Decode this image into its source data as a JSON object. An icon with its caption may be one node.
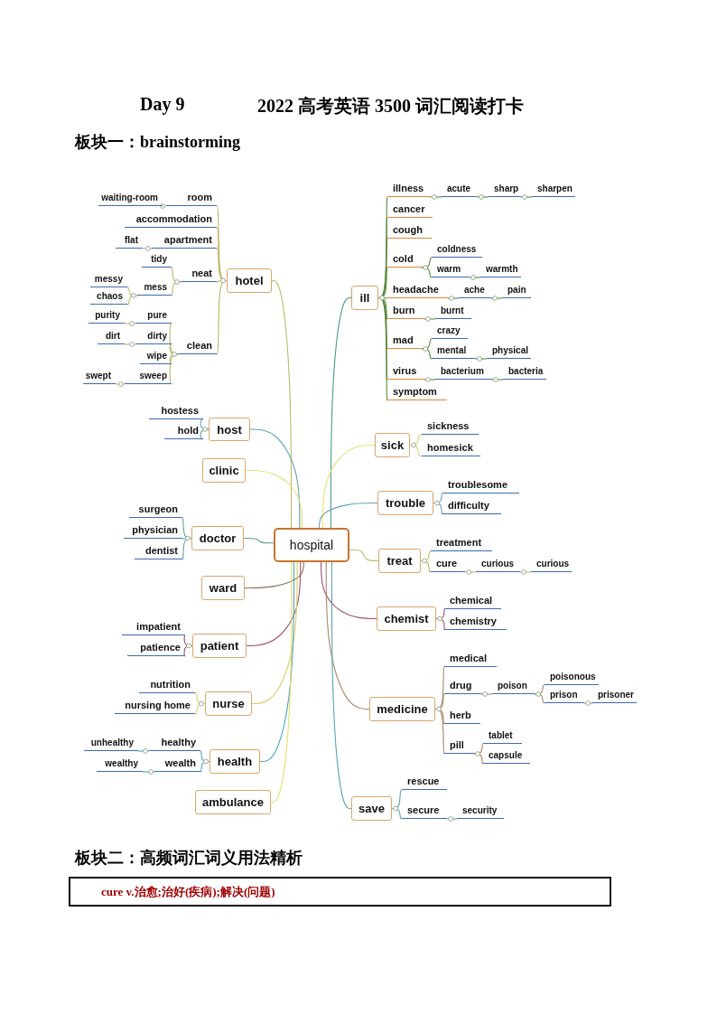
{
  "diagram": {
    "title": "2022 高考英语 3500 词汇阅读打卡",
    "nodes": [
      {
        "text": [
          "hospital"
        ]
      },
      {
        "text": [
          "hotel"
        ]
      },
      {
        "text": [
          "room"
        ]
      },
      {
        "text": [
          "waiting-room"
        ]
      },
      {
        "text": [
          "accommodation"
        ]
      },
      {
        "text": [
          "apartment"
        ]
      },
      {
        "text": [
          "flat"
        ]
      },
      {
        "text": [
          "neat"
        ]
      },
      {
        "text": [
          "tidy"
        ]
      },
      {
        "text": [
          "mess"
        ]
      },
      {
        "text": [
          "messy"
        ]
      },
      {
        "text": [
          "chaos"
        ]
      },
      {
        "text": [
          "clean"
        ]
      },
      {
        "text": [
          "pure"
        ]
      },
      {
        "text": [
          "purity"
        ]
      },
      {
        "text": [
          "dirty"
        ]
      },
      {
        "text": [
          "dirt"
        ]
      },
      {
        "text": [
          "wipe"
        ]
      },
      {
        "text": [
          "sweep"
        ]
      },
      {
        "text": [
          "swept"
        ]
      },
      {
        "text": [
          "host"
        ]
      },
      {
        "text": [
          "hostess"
        ]
      },
      {
        "text": [
          "hold"
        ]
      },
      {
        "text": [
          "clinic"
        ]
      },
      {
        "text": [
          "doctor"
        ]
      },
      {
        "text": [
          "surgeon"
        ]
      },
      {
        "text": [
          "physician"
        ]
      },
      {
        "text": [
          "dentist"
        ]
      },
      {
        "text": [
          "ward"
        ]
      },
      {
        "text": [
          "patient"
        ]
      },
      {
        "text": [
          "impatient"
        ]
      },
      {
        "text": [
          "patience"
        ]
      },
      {
        "text": [
          "nurse"
        ]
      },
      {
        "text": [
          "nutrition"
        ]
      },
      {
        "text": [
          "nursing home"
        ]
      },
      {
        "text": [
          "health"
        ]
      },
      {
        "text": [
          "healthy"
        ]
      },
      {
        "text": [
          "unhealthy"
        ]
      },
      {
        "text": [
          "wealth"
        ]
      },
      {
        "text": [
          "wealthy"
        ]
      },
      {
        "text": [
          "ambulance"
        ]
      },
      {
        "text": [
          "ill"
        ]
      },
      {
        "text": [
          "illness"
        ]
      },
      {
        "text": [
          "acute"
        ]
      },
      {
        "text": [
          "sharp"
        ]
      },
      {
        "text": [
          "sharpen"
        ]
      },
      {
        "text": [
          "cancer"
        ]
      },
      {
        "text": [
          "cough"
        ]
      },
      {
        "text": [
          "cold"
        ]
      },
      {
        "text": [
          "coldness"
        ]
      },
      {
        "text": [
          "warm"
        ]
      },
      {
        "text": [
          "warmth"
        ]
      },
      {
        "text": [
          "headache"
        ]
      },
      {
        "text": [
          "ache"
        ]
      },
      {
        "text": [
          "pain"
        ]
      },
      {
        "text": [
          "burn"
        ]
      },
      {
        "text": [
          "burnt"
        ]
      },
      {
        "text": [
          "mad"
        ]
      },
      {
        "text": [
          "crazy"
        ]
      },
      {
        "text": [
          "mental"
        ]
      },
      {
        "text": [
          "physical"
        ]
      },
      {
        "text": [
          "virus"
        ]
      },
      {
        "text": [
          "bacterium"
        ]
      },
      {
        "text": [
          "bacteria"
        ]
      },
      {
        "text": [
          "symptom"
        ]
      },
      {
        "text": [
          "sick"
        ]
      },
      {
        "text": [
          "sickness"
        ]
      },
      {
        "text": [
          "homesick"
        ]
      },
      {
        "text": [
          "trouble"
        ]
      },
      {
        "text": [
          "troublesome"
        ]
      },
      {
        "text": [
          "difficulty"
        ]
      },
      {
        "text": [
          "treat"
        ]
      },
      {
        "text": [
          "treatment"
        ]
      },
      {
        "text": [
          "cure"
        ]
      },
      {
        "text": [
          "curious"
        ]
      },
      {
        "text": [
          "curious"
        ]
      },
      {
        "text": [
          "chemist"
        ]
      },
      {
        "text": [
          "chemical"
        ]
      },
      {
        "text": [
          "chemistry"
        ]
      },
      {
        "text": [
          "medicine"
        ]
      },
      {
        "text": [
          "medical"
        ]
      },
      {
        "text": [
          "drug"
        ]
      },
      {
        "text": [
          "poison"
        ]
      },
      {
        "text": [
          "poisonous"
        ]
      },
      {
        "text": [
          "prison"
        ]
      },
      {
        "text": [
          "prisoner"
        ]
      },
      {
        "text": [
          "herb"
        ]
      },
      {
        "text": [
          "pill"
        ]
      },
      {
        "text": [
          "tablet"
        ]
      },
      {
        "text": [
          "capsule"
        ]
      },
      {
        "text": [
          "save"
        ]
      },
      {
        "text": [
          "rescue"
        ]
      },
      {
        "text": [
          "secure"
        ]
      },
      {
        "text": [
          "security"
        ]
      },
      {
        "text": [
          "cure v.治愈;治好(疾病);解决(问题)"
        ]
      }
    ],
    "edges": [
      {
        "from": 0,
        "to": 1,
        "arrow": "none"
      },
      {
        "from": 0,
        "to": 20,
        "arrow": "none",
        "color": "#5fa3b8"
      },
      {
        "from": 0,
        "to": 23,
        "arrow": "none",
        "color": "#e6df72"
      },
      {
        "from": 0,
        "to": 24,
        "arrow": "none",
        "color": "#5f9ea0"
      },
      {
        "from": 0,
        "to": 28,
        "arrow": "none",
        "color": "#8b7058"
      },
      {
        "from": 0,
        "to": 29,
        "arrow": "none",
        "color": "#a24a68"
      },
      {
        "from": 0,
        "to": 32,
        "arrow": "none",
        "color": "#d9cc66"
      },
      {
        "from": 0,
        "to": 35,
        "arrow": "none",
        "color": "#4ca6c4"
      },
      {
        "from": 0,
        "to": 40,
        "arrow": "none",
        "color": "#e8dc66"
      },
      {
        "from": 0,
        "to": 41,
        "arrow": "none",
        "color": "#4a9a8a"
      },
      {
        "from": 0,
        "to": 65,
        "arrow": "none",
        "color": "#e6e070"
      },
      {
        "from": 0,
        "to": 68,
        "arrow": "none",
        "color": "#5fa3b8"
      },
      {
        "from": 0,
        "to": 71,
        "arrow": "none"
      },
      {
        "from": 0,
        "to": 76,
        "arrow": "none",
        "color": "#a2506a"
      },
      {
        "from": 0,
        "to": 79,
        "arrow": "none",
        "color": "#a8886a"
      },
      {
        "from": 0,
        "to": 90,
        "arrow": "none",
        "color": "#5aa3b3"
      },
      {
        "from": 1,
        "to": 2,
        "arrow": "none"
      },
      {
        "from": 2,
        "to": 3,
        "arrow": "none"
      },
      {
        "from": 1,
        "to": 4,
        "arrow": "none"
      },
      {
        "from": 1,
        "to": 5,
        "arrow": "none"
      },
      {
        "from": 5,
        "to": 6,
        "arrow": "none"
      },
      {
        "from": 1,
        "to": 7,
        "arrow": "none"
      },
      {
        "from": 7,
        "to": 8,
        "arrow": "none"
      },
      {
        "from": 7,
        "to": 9,
        "arrow": "none"
      },
      {
        "from": 9,
        "to": 10,
        "arrow": "none"
      },
      {
        "from": 9,
        "to": 11,
        "arrow": "none"
      },
      {
        "from": 1,
        "to": 12,
        "arrow": "none"
      },
      {
        "from": 12,
        "to": 13,
        "arrow": "none"
      },
      {
        "from": 13,
        "to": 14,
        "arrow": "none"
      },
      {
        "from": 12,
        "to": 15,
        "arrow": "none"
      },
      {
        "from": 15,
        "to": 16,
        "arrow": "none"
      },
      {
        "from": 12,
        "to": 17,
        "arrow": "none"
      },
      {
        "from": 12,
        "to": 18,
        "arrow": "none"
      },
      {
        "from": 18,
        "to": 19,
        "arrow": "none"
      },
      {
        "from": 20,
        "to": 21,
        "arrow": "none",
        "color": "#5fa3b8"
      },
      {
        "from": 20,
        "to": 22,
        "arrow": "none",
        "color": "#5fa3b8"
      },
      {
        "from": 24,
        "to": 25,
        "arrow": "none",
        "color": "#5f9ea0"
      },
      {
        "from": 24,
        "to": 26,
        "arrow": "none",
        "color": "#5f9ea0"
      },
      {
        "from": 24,
        "to": 27,
        "arrow": "none",
        "color": "#5f9ea0"
      },
      {
        "from": 29,
        "to": 30,
        "arrow": "none",
        "color": "#a24a68"
      },
      {
        "from": 29,
        "to": 31,
        "arrow": "none",
        "color": "#a24a68"
      },
      {
        "from": 32,
        "to": 33,
        "arrow": "none",
        "color": "#d9cc66"
      },
      {
        "from": 32,
        "to": 34,
        "arrow": "none",
        "color": "#d9cc66"
      },
      {
        "from": 35,
        "to": 36,
        "arrow": "none",
        "color": "#4ca6c4"
      },
      {
        "from": 36,
        "to": 37,
        "arrow": "none",
        "color": "#4ca6c4"
      },
      {
        "from": 35,
        "to": 38,
        "arrow": "none",
        "color": "#4ca6c4"
      },
      {
        "from": 38,
        "to": 39,
        "arrow": "none",
        "color": "#4ca6c4"
      },
      {
        "from": 41,
        "to": 42,
        "arrow": "none",
        "color": "#5a8a3c"
      },
      {
        "from": 42,
        "to": 43,
        "arrow": "none",
        "color": "#5a8a3c"
      },
      {
        "from": 43,
        "to": 44,
        "arrow": "none",
        "color": "#5a8a3c"
      },
      {
        "from": 44,
        "to": 45,
        "arrow": "none",
        "color": "#5a8a3c"
      },
      {
        "from": 41,
        "to": 46,
        "arrow": "none",
        "color": "#5a8a3c"
      },
      {
        "from": 41,
        "to": 47,
        "arrow": "none",
        "color": "#5a8a3c"
      },
      {
        "from": 41,
        "to": 48,
        "arrow": "none",
        "color": "#5a8a3c"
      },
      {
        "from": 48,
        "to": 49,
        "arrow": "none",
        "color": "#5a8a3c"
      },
      {
        "from": 48,
        "to": 50,
        "arrow": "none",
        "color": "#5a8a3c"
      },
      {
        "from": 50,
        "to": 51,
        "arrow": "none",
        "color": "#5a8a3c"
      },
      {
        "from": 41,
        "to": 52,
        "arrow": "none",
        "color": "#5a8a3c"
      },
      {
        "from": 52,
        "to": 53,
        "arrow": "none",
        "color": "#5a8a3c"
      },
      {
        "from": 53,
        "to": 54,
        "arrow": "none",
        "color": "#5a8a3c"
      },
      {
        "from": 41,
        "to": 55,
        "arrow": "none",
        "color": "#5a8a3c"
      },
      {
        "from": 55,
        "to": 56,
        "arrow": "none",
        "color": "#5a8a3c"
      },
      {
        "from": 41,
        "to": 57,
        "arrow": "none",
        "color": "#5a8a3c"
      },
      {
        "from": 57,
        "to": 58,
        "arrow": "none",
        "color": "#5a8a3c"
      },
      {
        "from": 57,
        "to": 59,
        "arrow": "none",
        "color": "#5a8a3c"
      },
      {
        "from": 59,
        "to": 60,
        "arrow": "none",
        "color": "#5a8a3c"
      },
      {
        "from": 41,
        "to": 61,
        "arrow": "none",
        "color": "#5a8a3c"
      },
      {
        "from": 61,
        "to": 62,
        "arrow": "none",
        "color": "#5a8a3c"
      },
      {
        "from": 62,
        "to": 63,
        "arrow": "none",
        "color": "#5a8a3c"
      },
      {
        "from": 41,
        "to": 64,
        "arrow": "none",
        "color": "#5a8a3c"
      },
      {
        "from": 65,
        "to": 66,
        "arrow": "none",
        "color": "#d8d070"
      },
      {
        "from": 65,
        "to": 67,
        "arrow": "none",
        "color": "#d8d070"
      },
      {
        "from": 68,
        "to": 69,
        "arrow": "none",
        "color": "#5fa3b8"
      },
      {
        "from": 68,
        "to": 70,
        "arrow": "none",
        "color": "#5fa3b8"
      },
      {
        "from": 71,
        "to": 72,
        "arrow": "none"
      },
      {
        "from": 71,
        "to": 73,
        "arrow": "none"
      },
      {
        "from": 73,
        "to": 74,
        "arrow": "none"
      },
      {
        "from": 74,
        "to": 75,
        "arrow": "none"
      },
      {
        "from": 76,
        "to": 77,
        "arrow": "none",
        "color": "#a2506a"
      },
      {
        "from": 76,
        "to": 78,
        "arrow": "none",
        "color": "#a2506a"
      },
      {
        "from": 79,
        "to": 80,
        "arrow": "none",
        "color": "#a8886a"
      },
      {
        "from": 79,
        "to": 81,
        "arrow": "none",
        "color": "#a8886a"
      },
      {
        "from": 81,
        "to": 82,
        "arrow": "none",
        "color": "#a8886a"
      },
      {
        "from": 82,
        "to": 83,
        "arrow": "none",
        "color": "#a8886a"
      },
      {
        "from": 82,
        "to": 84,
        "arrow": "none",
        "color": "#a8886a"
      },
      {
        "from": 84,
        "to": 85,
        "arrow": "none",
        "color": "#a8886a"
      },
      {
        "from": 79,
        "to": 86,
        "arrow": "none",
        "color": "#a8886a"
      },
      {
        "from": 79,
        "to": 87,
        "arrow": "none",
        "color": "#a8886a"
      },
      {
        "from": 87,
        "to": 88,
        "arrow": "none",
        "color": "#a8886a"
      },
      {
        "from": 87,
        "to": 89,
        "arrow": "none",
        "color": "#a8886a"
      },
      {
        "from": 90,
        "to": 91,
        "arrow": "none",
        "color": "#5aa3b3"
      },
      {
        "from": 90,
        "to": 92,
        "arrow": "none",
        "color": "#5aa3b3"
      },
      {
        "from": 92,
        "to": 93,
        "arrow": "none",
        "color": "#5aa3b3"
      }
    ],
    "labels": [
      "Day 9",
      "板块一：brainstorming",
      "板块二：高频词汇词义用法精析"
    ]
  }
}
